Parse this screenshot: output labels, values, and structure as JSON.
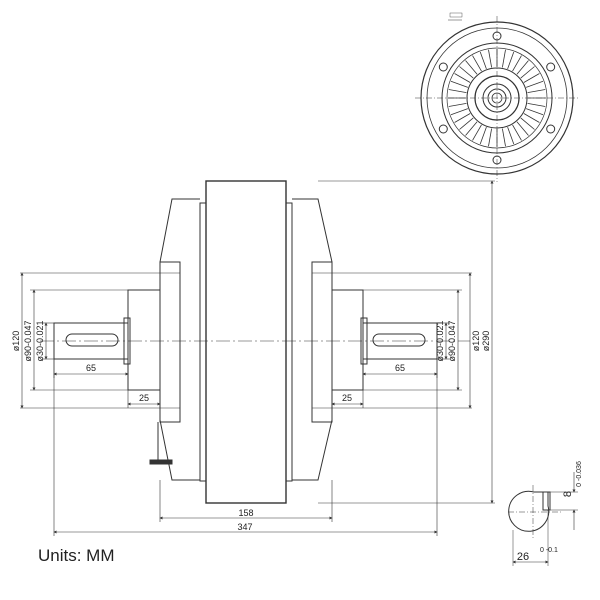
{
  "drawing": {
    "units_text": "Units: MM",
    "dims": {
      "overall_length": "347",
      "body_length": "158",
      "shaft_len_left": "65",
      "shaft_len_right": "65",
      "flange_left": "25",
      "flange_right": "25",
      "d120_left": "ø120",
      "d90_left": "ø90-0.047",
      "d30_left": "ø30-0.021",
      "d120_right": "ø120",
      "d290_right": "ø290",
      "d90_right": "ø90-0.047",
      "d30_right": "ø30-0.021",
      "key_height": "8",
      "key_tol": "0 -0.036",
      "key_width": "26",
      "key_width_tol": "0 -0.1"
    }
  }
}
